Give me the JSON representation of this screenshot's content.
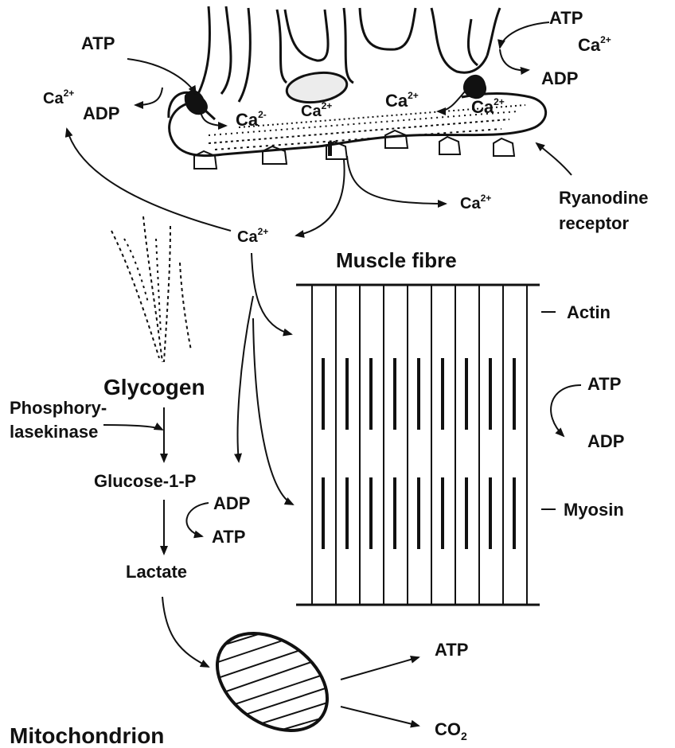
{
  "labels": {
    "atp_left": "ATP",
    "ca_left_outer": "Ca",
    "adp_left": "ADP",
    "ca_in_1": "Ca",
    "ca_in_2": "Ca",
    "ca_in_3": "Ca",
    "ca_in_4": "Ca",
    "atp_right": "ATP",
    "ca_right": "Ca",
    "adp_right": "ADP",
    "ca_release": "Ca",
    "ryanodine_1": "Ryanodine",
    "ryanodine_2": "receptor",
    "ca_center": "Ca",
    "muscle_fibre": "Muscle fibre",
    "actin": "Actin",
    "glycogen": "Glycogen",
    "phosphory_1": "Phosphory-",
    "phosphory_2": "lasekinase",
    "atp_fibre": "ATP",
    "adp_fibre": "ADP",
    "glucose": "Glucose-1-P",
    "adp_glyc": "ADP",
    "atp_glyc": "ATP",
    "myosin": "Myosin",
    "lactate": "Lactate",
    "atp_mito": "ATP",
    "co2_mito": "CO",
    "co2_sub": "2",
    "mitochondrion": "Mitochondrion"
  },
  "superscripts": {
    "ca_left_outer": "2+",
    "ca_in_1": "2-",
    "ca_in_2": "2+",
    "ca_in_3": "2+",
    "ca_in_4": "2+",
    "ca_right": "2+",
    "ca_release": "2+",
    "ca_center": "2+"
  },
  "colors": {
    "ink": "#111111",
    "background": "#ffffff",
    "vesicle_fill": "#ececec"
  }
}
